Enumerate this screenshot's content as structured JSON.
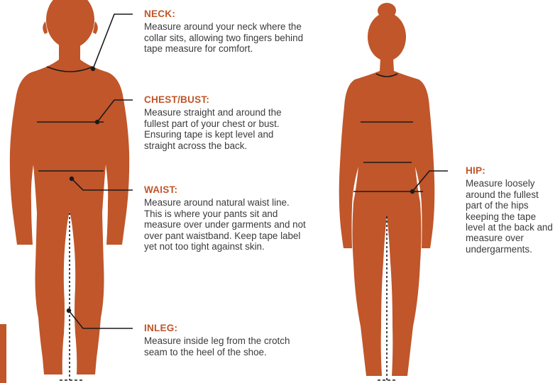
{
  "colors": {
    "body": "#c0562a",
    "heading": "#c0562a",
    "text": "#3b3b3b",
    "line": "#1a1a1a"
  },
  "labels": {
    "neck": {
      "title": "NECK:",
      "text": "Measure around your neck where the collar sits, allowing two fingers behind tape measure for comfort."
    },
    "chest": {
      "title": "CHEST/BUST:",
      "text": "Measure straight and around the fullest part of your chest or bust. Ensuring tape is kept level and straight across the back."
    },
    "waist": {
      "title": "WAIST:",
      "text": "Measure around natural waist line. This is where your pants sit and measure over under garments and not over pant waistband. Keep tape label yet not too tight against skin."
    },
    "inleg": {
      "title": "INLEG:",
      "text": "Measure inside leg from the crotch seam to the heel of the shoe."
    },
    "hip": {
      "title": "HIP:",
      "text": "Measure loosely around the fullest part of the hips keeping the tape level at the back and measure over undergarments."
    }
  }
}
